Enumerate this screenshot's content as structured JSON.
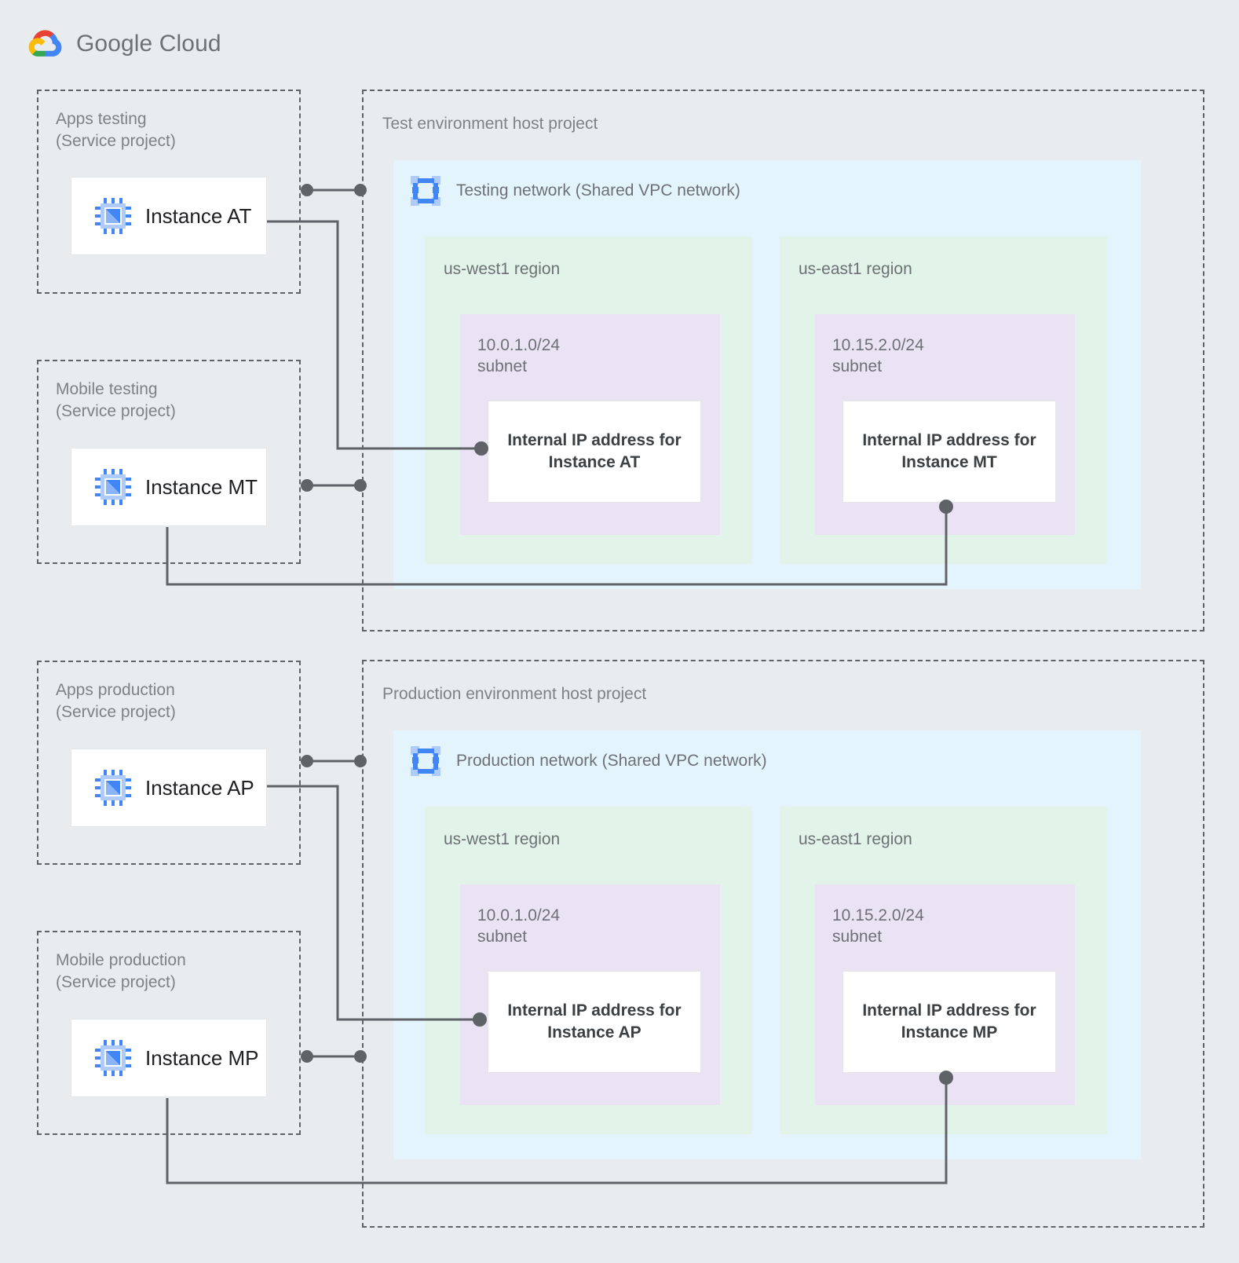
{
  "brand": {
    "name_bold": "Google",
    "name_light": " Cloud",
    "logo_icon": "google-cloud-logo",
    "colors": {
      "red": "#ea4335",
      "yellow": "#fbbc05",
      "green": "#34a853",
      "blue": "#4285f4"
    }
  },
  "palette": {
    "page_background": "#e9ecef",
    "dashed_border": "#5f6368",
    "network_fill": "#e4f4fd",
    "region_fill": "#e2f3e9",
    "subnet_fill": "#eae3f4",
    "card_fill": "#ffffff",
    "label_text": "#6d7175",
    "wire": "#5f6368",
    "icon_blue": "#4285f4",
    "icon_light_blue": "#aecbfa"
  },
  "service_projects": [
    {
      "id": "apps-testing",
      "title": "Apps testing\n(Service project)",
      "instance": {
        "label": "Instance AT",
        "icon": "vm-instance-icon"
      }
    },
    {
      "id": "mobile-testing",
      "title": "Mobile testing\n(Service project)",
      "instance": {
        "label": "Instance MT",
        "icon": "vm-instance-icon"
      }
    },
    {
      "id": "apps-production",
      "title": "Apps production\n(Service project)",
      "instance": {
        "label": "Instance AP",
        "icon": "vm-instance-icon"
      }
    },
    {
      "id": "mobile-production",
      "title": "Mobile production\n(Service project)",
      "instance": {
        "label": "Instance MP",
        "icon": "vm-instance-icon"
      }
    }
  ],
  "host_projects": [
    {
      "id": "test-environment",
      "title": "Test environment host project",
      "network": {
        "label": "Testing network (Shared VPC network)",
        "icon": "vpc-network-icon"
      },
      "regions": [
        {
          "id": "test-us-west1",
          "label": "us-west1 region",
          "subnet": {
            "label": "10.0.1.0/24\nsubnet",
            "cidr": "10.0.1.0/24",
            "ip_card": "Internal IP address for\nInstance AT"
          }
        },
        {
          "id": "test-us-east1",
          "label": "us-east1 region",
          "subnet": {
            "label": "10.15.2.0/24\nsubnet",
            "cidr": "10.15.2.0/24",
            "ip_card": "Internal IP address for\nInstance MT"
          }
        }
      ]
    },
    {
      "id": "production-environment",
      "title": "Production environment host project",
      "network": {
        "label": "Production network (Shared VPC network)",
        "icon": "vpc-network-icon"
      },
      "regions": [
        {
          "id": "prod-us-west1",
          "label": "us-west1 region",
          "subnet": {
            "label": "10.0.1.0/24\nsubnet",
            "cidr": "10.0.1.0/24",
            "ip_card": "Internal IP address for\nInstance AP"
          }
        },
        {
          "id": "prod-us-east1",
          "label": "us-east1 region",
          "subnet": {
            "label": "10.15.2.0/24\nsubnet",
            "cidr": "10.15.2.0/24",
            "ip_card": "Internal IP address for\nInstance MP"
          }
        }
      ]
    }
  ]
}
